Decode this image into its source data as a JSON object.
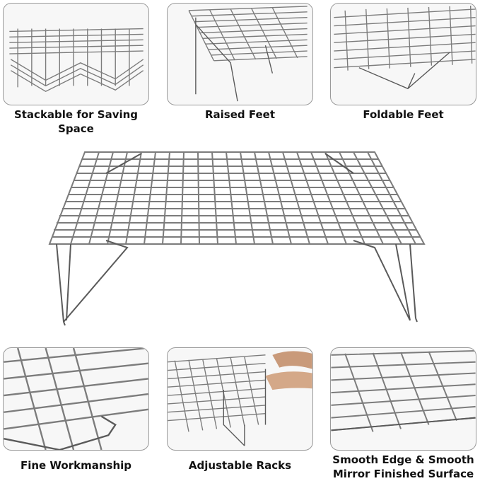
{
  "colors": {
    "background": "#ffffff",
    "panel_border": "#9a9a9a",
    "wire": "#7c7c7c",
    "text": "#111111"
  },
  "features": {
    "stackable": "Stackable for Saving Space",
    "raised": "Raised Feet",
    "foldable": "Foldable Feet",
    "workmanship": "Fine Workmanship",
    "adjustable": "Adjustable Racks",
    "smooth_line1": "Smooth Edge & Smooth",
    "smooth_line2": "Mirror Finished Surface"
  }
}
